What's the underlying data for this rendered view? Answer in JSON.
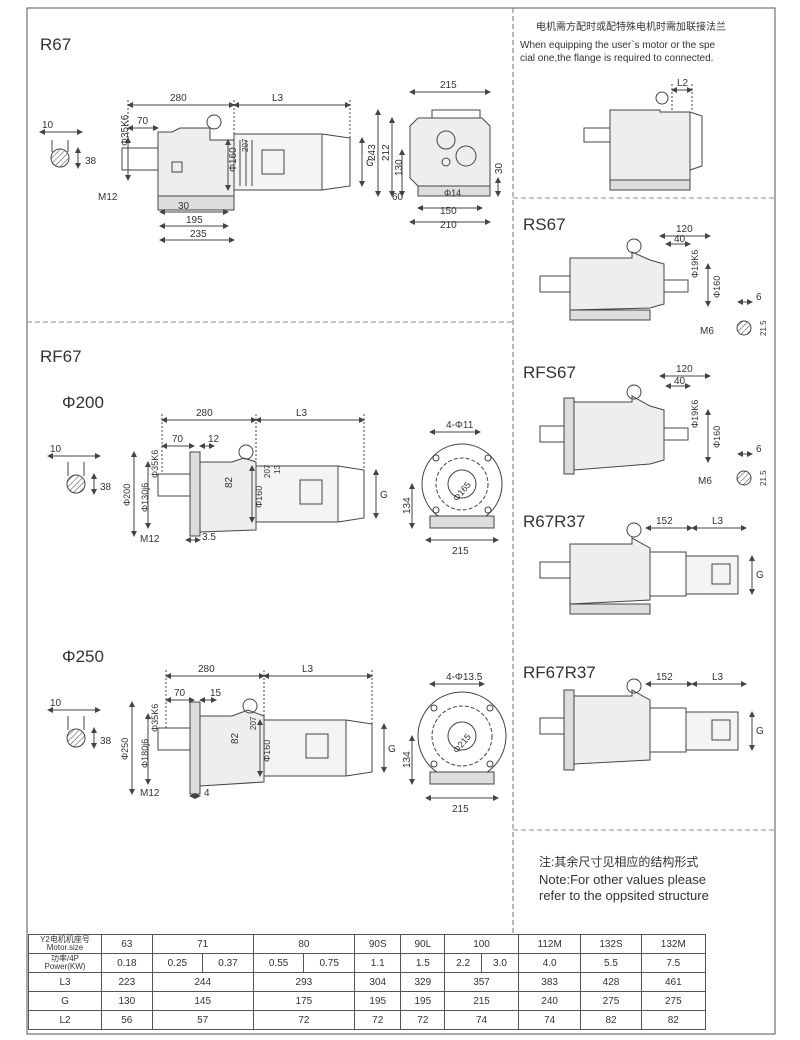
{
  "sections": {
    "r67": "R67",
    "rf67": "RF67",
    "phi200": "Φ200",
    "phi250": "Φ250",
    "rs67": "RS67",
    "rfs67": "RFS67",
    "r67r37": "R67R37",
    "rf67r37": "RF67R37"
  },
  "notes": {
    "motor_cn": "电机需方配时或配特殊电机时需加联接法兰",
    "motor_en_1": "When equipping the user`s motor or the spe",
    "motor_en_2": "cial one,the flange is required to connected.",
    "other_cn": "注:其余尺寸见相应的结构形式",
    "other_en_1": "Note:For other values please",
    "other_en_2": "refer to the oppsited structure"
  },
  "dims": {
    "r67": {
      "d280": "280",
      "l3": "L3",
      "d70": "70",
      "d10": "10",
      "d38": "38",
      "shaft": "Φ35K6",
      "m12": "M12",
      "d30": "30",
      "d195": "195",
      "d235": "235",
      "d160": "Φ160",
      "d207": "207",
      "g": "G"
    },
    "r67_side": {
      "d215": "215",
      "d243": "243",
      "d212": "212",
      "d130": "130",
      "d30": "30",
      "d60": "60",
      "d14": "Φ14",
      "d150": "150",
      "d210": "210"
    },
    "l2": "L2",
    "rs67": {
      "d120": "120",
      "d40": "40",
      "shaft": "Φ19K6",
      "d160": "Φ160",
      "m6": "M6",
      "d6": "6",
      "d215": "21.5"
    },
    "rfs67": {
      "d120": "120",
      "d40": "40",
      "shaft": "Φ19K6",
      "d160": "Φ160",
      "m6": "M6",
      "d6": "6",
      "d215": "21.5"
    },
    "rf200": {
      "d280": "280",
      "l3": "L3",
      "d70": "70",
      "d12": "12",
      "d10": "10",
      "d38": "38",
      "shaft": "Φ35K6",
      "d200": "Φ200",
      "d130": "Φ130j6",
      "d82": "82",
      "d160": "Φ160",
      "d207": "207",
      "d13": "13",
      "g": "G",
      "m12": "M12",
      "d35": "3.5"
    },
    "rf200_side": {
      "holes": "4-Φ11",
      "d165": "Φ165",
      "d134": "134",
      "d215": "215"
    },
    "rf250": {
      "d280": "280",
      "l3": "L3",
      "d70": "70",
      "d15": "15",
      "d10": "10",
      "d38": "38",
      "shaft": "Φ35K6",
      "d250": "Φ250",
      "d180": "Φ180j6",
      "d82": "82",
      "d160": "Φ160",
      "d207": "207",
      "g": "G",
      "m12": "M12",
      "d4": "4"
    },
    "rf250_side": {
      "holes": "4-Φ13.5",
      "d215c": "Φ215",
      "d134": "134",
      "d215": "215"
    },
    "r67r37": {
      "d152": "152",
      "l3": "L3",
      "g": "G"
    },
    "rf67r37": {
      "d152": "152",
      "l3": "L3",
      "g": "G"
    }
  },
  "table": {
    "header_cn": "Y2电机机座号",
    "header_en": "Motor.size",
    "power_cn": "功率/4P",
    "power_en": "Power(KW)",
    "row_l3": "L3",
    "row_g": "G",
    "row_l2": "L2",
    "sizes": [
      "63",
      "71",
      "80",
      "90S",
      "90L",
      "100",
      "112M",
      "132S",
      "132M"
    ],
    "power": [
      [
        "0.18"
      ],
      [
        "0.25",
        "0.37"
      ],
      [
        "0.55",
        "0.75"
      ],
      [
        "1.1"
      ],
      [
        "1.5"
      ],
      [
        "2.2",
        "3.0"
      ],
      [
        "4.0"
      ],
      [
        "5.5"
      ],
      [
        "7.5"
      ]
    ],
    "l3": [
      "223",
      "244",
      "293",
      "304",
      "329",
      "357",
      "383",
      "428",
      "461"
    ],
    "g": [
      "130",
      "145",
      "175",
      "195",
      "195",
      "215",
      "240",
      "275",
      "275"
    ],
    "l2": [
      "56",
      "57",
      "72",
      "72",
      "72",
      "74",
      "74",
      "82",
      "82"
    ]
  }
}
